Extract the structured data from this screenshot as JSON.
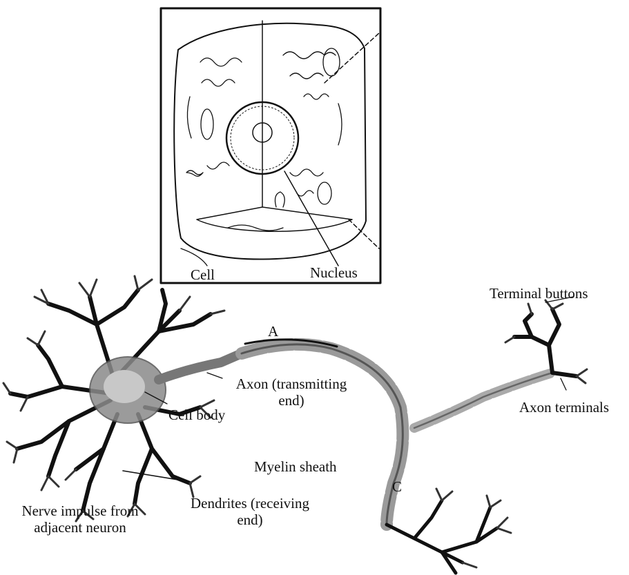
{
  "labels": {
    "cell": "Cell",
    "nucleus": "Nucleus",
    "terminal_buttons": "Terminal buttons",
    "marker_a": "A",
    "axon_line1": "Axon (transmitting",
    "axon_line2": "end)",
    "axon_terminals": "Axon terminals",
    "cell_body": "Cell body",
    "myelin_sheath": "Myelin sheath",
    "marker_c": "C",
    "dendrites_line1": "Dendrites (receiving",
    "dendrites_line2": "end)",
    "impulse_line1": "Nerve impulse from",
    "impulse_line2": "adjacent neuron"
  },
  "colors": {
    "ink": "#111111",
    "shade": "#8a8a8a",
    "light": "#c8c8c8"
  }
}
